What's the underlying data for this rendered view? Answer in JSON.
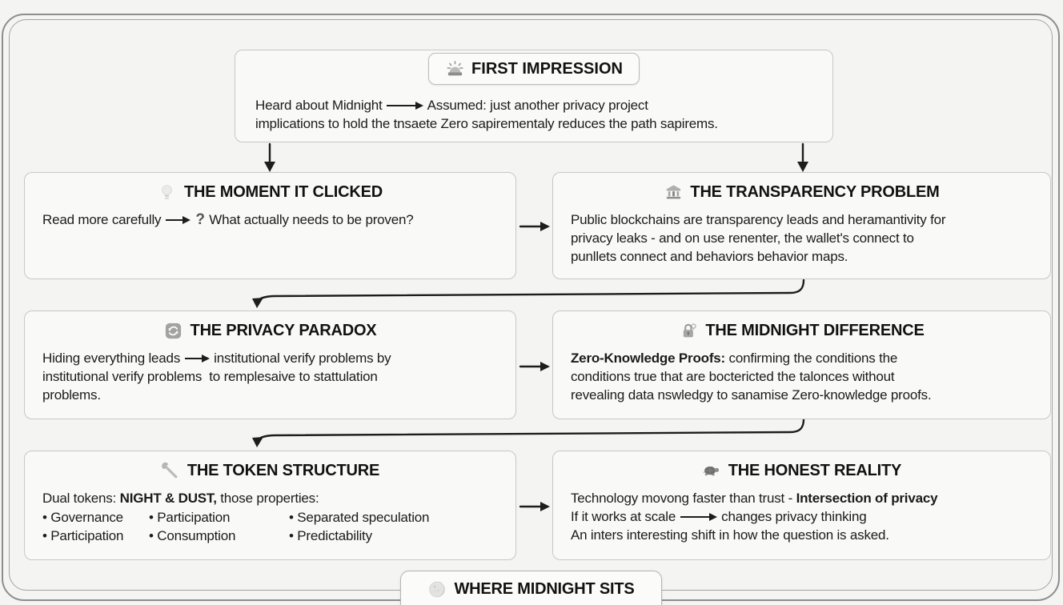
{
  "bullet": "•",
  "colors": {
    "background": "#f4f4f2",
    "box_border": "#c7c7c5",
    "box_fill": "#f9f9f7",
    "connector": "#1d1d1d",
    "frame_border": "#8d8d8d"
  },
  "nodes": [
    {
      "id": "first-impression",
      "icon": "sunrise-icon",
      "title": "FIRST IMPRESSION",
      "body": [
        [
          {
            "t": "Heard about Midnight "
          },
          {
            "arrow": "long"
          },
          {
            "t": " Assumed: just another privacy project"
          }
        ],
        [
          {
            "t": "implications to hold the tnsaete Zero sapirementaly reduces the path sapirems."
          }
        ]
      ]
    },
    {
      "id": "moment-clicked",
      "icon": "lightbulb-icon",
      "title": "THE MOMENT IT CLICKED",
      "body": [
        [
          {
            "t": "Read more carefully "
          },
          {
            "arrow": "med"
          },
          {
            "t": " "
          },
          {
            "t": "?",
            "q": true
          },
          {
            "t": " What actually needs to be proven?"
          }
        ]
      ]
    },
    {
      "id": "transparency-problem",
      "icon": "bank-icon",
      "title": "THE TRANSPARENCY PROBLEM",
      "body": [
        [
          {
            "t": "Public blockchains are transparency leads and heramantivity for"
          }
        ],
        [
          {
            "t": "privacy leaks - and on use renenter, the wallet's connect to"
          }
        ],
        [
          {
            "t": "punllets connect and behaviors behavior maps."
          }
        ]
      ]
    },
    {
      "id": "privacy-paradox",
      "icon": "refresh-icon",
      "title": "THE PRIVACY PARADOX",
      "body": [
        [
          {
            "t": "Hiding everything leads "
          },
          {
            "arrow": "med"
          },
          {
            "t": " institutional verify problems by"
          }
        ],
        [
          {
            "t": "institutional verify problems  to remplesaive to stattulation"
          }
        ],
        [
          {
            "t": "problems."
          }
        ]
      ]
    },
    {
      "id": "midnight-difference",
      "icon": "lock-key-icon",
      "title": "THE MIDNIGHT DIFFERENCE",
      "body": [
        [
          {
            "t": "Zero-Knowledge Proofs:",
            "b": true
          },
          {
            "t": " confirming the conditions the"
          }
        ],
        [
          {
            "t": "conditions true that are boctericted the talonces without"
          }
        ],
        [
          {
            "t": "revealing data nswledgy to sanamise Zero-knowledge proofs."
          }
        ]
      ]
    },
    {
      "id": "token-structure",
      "icon": "wrench-icon",
      "title": "THE TOKEN STRUCTURE",
      "body": [
        [
          {
            "t": "Dual tokens: "
          },
          {
            "t": "NIGHT & DUST,",
            "b": true
          },
          {
            "t": " those properties:"
          }
        ]
      ],
      "columns": [
        [
          "Governance",
          "Participation"
        ],
        [
          "Participation",
          "Consumption"
        ],
        [
          "Separated speculation",
          "Predictability"
        ]
      ]
    },
    {
      "id": "honest-reality",
      "icon": "turtle-icon",
      "title": "THE HONEST REALITY",
      "body": [
        [
          {
            "t": "Technology movong faster than trust - "
          },
          {
            "t": "Intersection of privacy",
            "b": true
          }
        ],
        [
          {
            "t": "If it works at scale "
          },
          {
            "arrow": "long"
          },
          {
            "t": " changes privacy thinking"
          }
        ],
        [
          {
            "t": "An inters interesting shift in how the question is asked."
          }
        ]
      ]
    },
    {
      "id": "where-midnight-sits",
      "icon": "moon-icon",
      "title": "WHERE MIDNIGHT SITS",
      "body": []
    }
  ]
}
